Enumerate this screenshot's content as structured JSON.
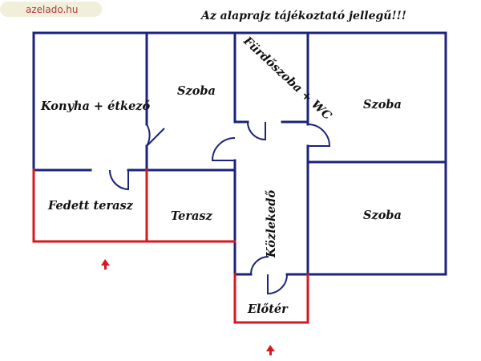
{
  "watermark": {
    "text": "azelado.hu",
    "bg": "#f1efd9",
    "color": "#b23a3a"
  },
  "title": "Az alaprajz tájékoztató jellegű!!!",
  "rooms": {
    "kitchen": "Konyha + étkező",
    "room_top": "Szoba",
    "bathroom": "Fürdőszoba + WC",
    "room_right_top": "Szoba",
    "covered_terrace": "Fedett terasz",
    "terrace": "Terasz",
    "corridor": "Közlekedő",
    "room_right_bottom": "Szoba",
    "entrance": "Előtér"
  },
  "colors": {
    "wall": "#1c237e",
    "outdoor_wall": "#d6191f",
    "arrow": "#d6191f"
  },
  "entry_arrows": [
    "entrance-arrow-icon",
    "entrance-arrow-icon"
  ]
}
